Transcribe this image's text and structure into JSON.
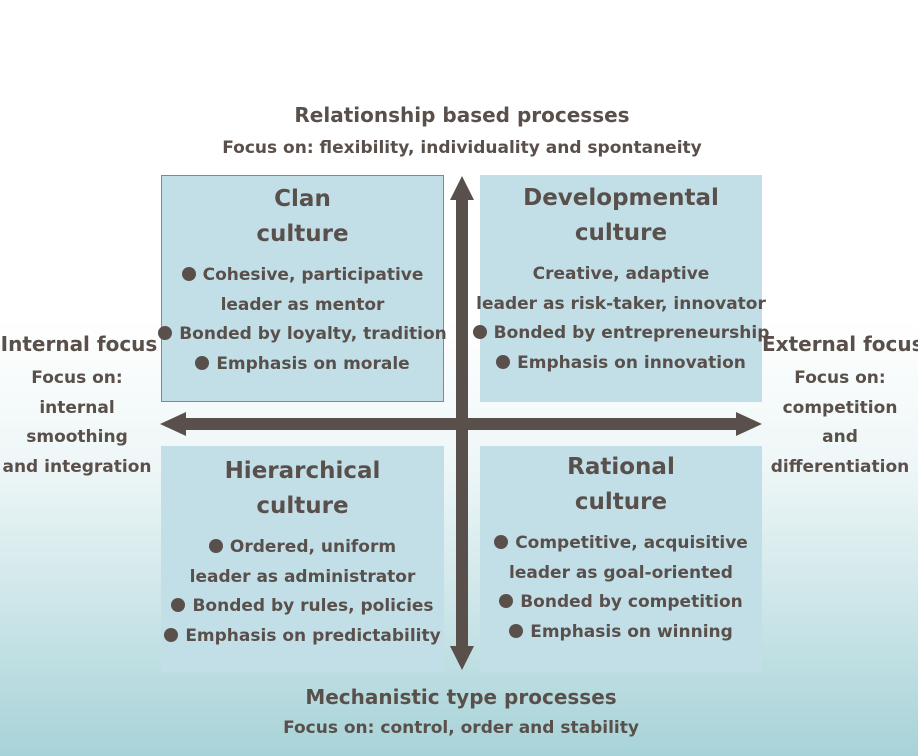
{
  "top": {
    "title": "Relationship based processes",
    "subtitle": "Focus on: flexibility, individuality and spontaneity"
  },
  "bottom": {
    "title": "Mechanistic type processes",
    "subtitle": "Focus on: control, order and stability"
  },
  "left": {
    "title": "Internal focus",
    "lines": [
      "Focus on:",
      "internal",
      "smoothing",
      "and integration"
    ]
  },
  "right": {
    "title": "External focus",
    "lines": [
      "Focus on:",
      "competition",
      "and",
      "differentiation"
    ]
  },
  "quadrants": {
    "clan": {
      "title_line1": "Clan",
      "title_line2": "culture",
      "items": [
        {
          "text": "Cohesive, participative",
          "bullet": true
        },
        {
          "text": "leader as mentor",
          "bullet": false
        },
        {
          "text": "Bonded by loyalty, tradition",
          "bullet": true
        },
        {
          "text": "Emphasis on morale",
          "bullet": true
        }
      ]
    },
    "developmental": {
      "title_line1": "Developmental",
      "title_line2": "culture",
      "items": [
        {
          "text": "Creative, adaptive",
          "bullet": false
        },
        {
          "text": "leader as risk-taker, innovator",
          "bullet": false
        },
        {
          "text": "Bonded by entrepreneurship",
          "bullet": true
        },
        {
          "text": "Emphasis on innovation",
          "bullet": true
        }
      ]
    },
    "hierarchical": {
      "title_line1": "Hierarchical",
      "title_line2": "culture",
      "items": [
        {
          "text": "Ordered, uniform",
          "bullet": true
        },
        {
          "text": "leader as administrator",
          "bullet": false
        },
        {
          "text": "Bonded by rules, policies",
          "bullet": true
        },
        {
          "text": "Emphasis on predictability",
          "bullet": true
        }
      ]
    },
    "rational": {
      "title_line1": "Rational",
      "title_line2": "culture",
      "items": [
        {
          "text": "Competitive, acquisitive",
          "bullet": true
        },
        {
          "text": "leader as goal-oriented",
          "bullet": false
        },
        {
          "text": "Bonded by competition",
          "bullet": true
        },
        {
          "text": "Emphasis on winning",
          "bullet": true
        }
      ]
    }
  },
  "colors": {
    "text": "#5a504b",
    "box": "#c2dfe8",
    "arrow": "#5a504b",
    "selection": "#cc55cc"
  }
}
